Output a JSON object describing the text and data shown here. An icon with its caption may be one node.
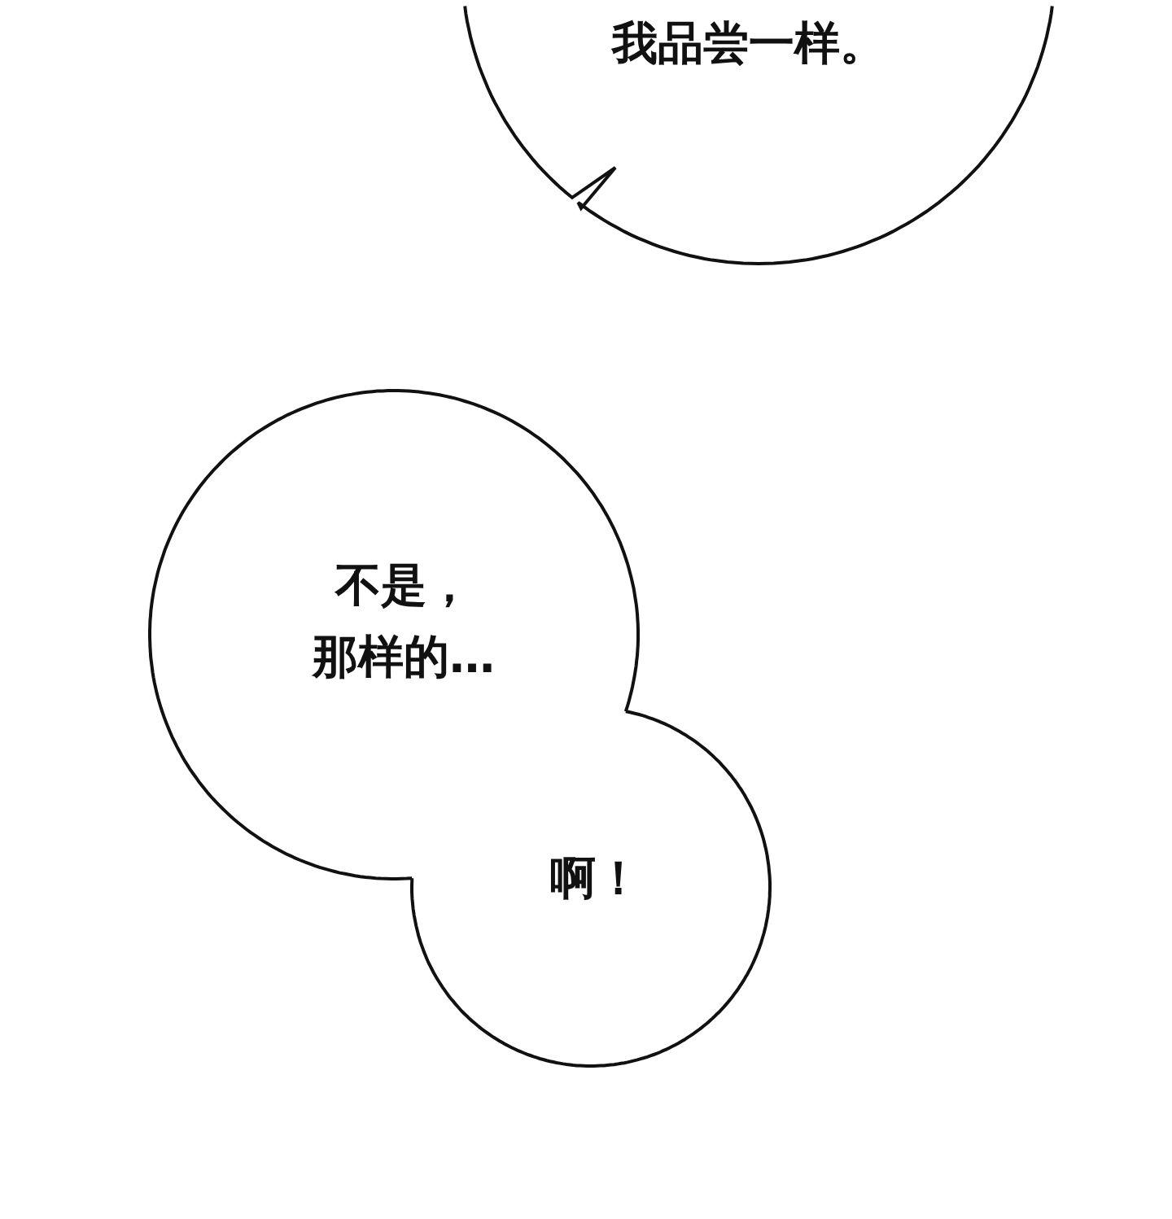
{
  "diagram": {
    "nodes": [
      {
        "text": [
          "我品尝一样。"
        ]
      },
      {
        "text": [
          "不是，那样的…"
        ]
      },
      {
        "text": [
          "啊！"
        ]
      }
    ]
  }
}
